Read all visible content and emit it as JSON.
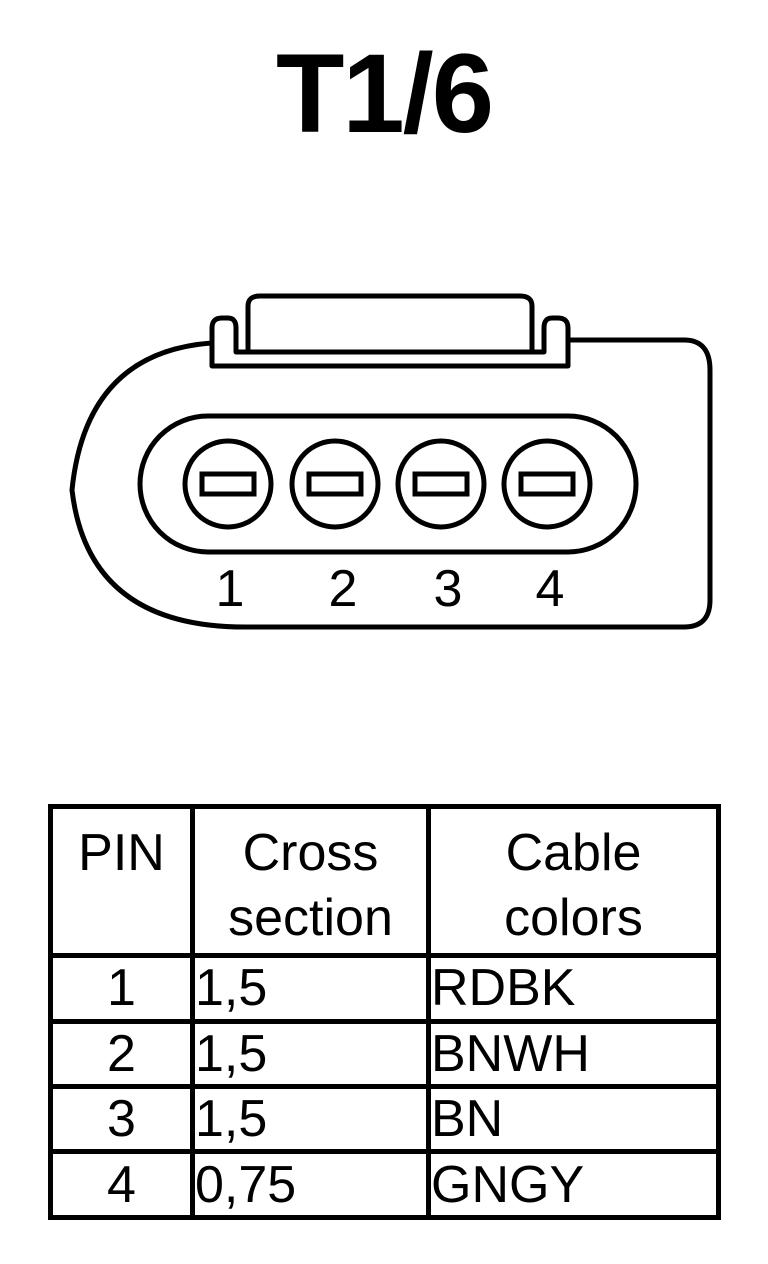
{
  "title": "T1/6",
  "connector": {
    "pin_labels": [
      "1",
      "2",
      "3",
      "4"
    ]
  },
  "table": {
    "headers": {
      "pin": "PIN",
      "cross_line1": "Cross",
      "cross_line2": "section",
      "cable_line1": "Cable",
      "cable_line2": "colors"
    },
    "rows": [
      {
        "pin": "1",
        "cross": "1,5",
        "color": "RDBK"
      },
      {
        "pin": "2",
        "cross": "1,5",
        "color": "BNWH"
      },
      {
        "pin": "3",
        "cross": "1,5",
        "color": "BN"
      },
      {
        "pin": "4",
        "cross": "0,75",
        "color": "GNGY"
      }
    ]
  }
}
